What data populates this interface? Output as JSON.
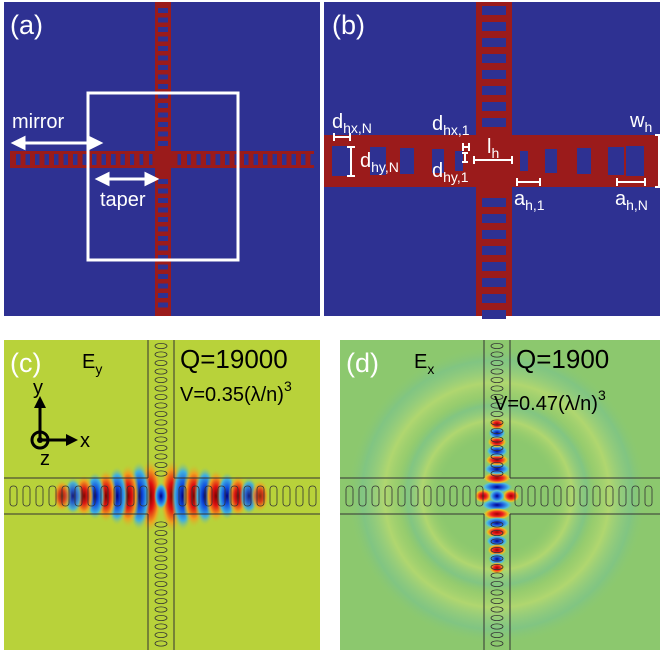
{
  "panels": {
    "a": {
      "label": "(a)",
      "mirror_label": "mirror",
      "taper_label": "taper"
    },
    "b": {
      "label": "(b)",
      "dims": {
        "dhxN": {
          "main": "d",
          "sub": "hx,N"
        },
        "dhyN": {
          "main": "d",
          "sub": "hy,N"
        },
        "dhx1": {
          "main": "d",
          "sub": "hx,1"
        },
        "dhy1": {
          "main": "d",
          "sub": "hy,1"
        },
        "lh": {
          "main": "l",
          "sub": "h"
        },
        "wh": {
          "main": "w",
          "sub": "h"
        },
        "ah1": {
          "main": "a",
          "sub": "h,1"
        },
        "ahN": {
          "main": "a",
          "sub": "h,N"
        }
      }
    },
    "c": {
      "label": "(c)",
      "field_main": "E",
      "field_sub": "y",
      "q_text": "Q=19000",
      "v_text": "V=0.35(λ/n)",
      "v_exp": "3",
      "axes": {
        "x": "x",
        "y": "y",
        "z": "z"
      }
    },
    "d": {
      "label": "(d)",
      "field_main": "E",
      "field_sub": "x",
      "q_text": "Q=1900",
      "v_text": "V=0.47(λ/n)",
      "v_exp": "3"
    }
  },
  "colors": {
    "substrate": "#2e3192",
    "waveguide": "#9b1b1b",
    "hole": "#2e3192",
    "field_bg_c": "#b8d23a",
    "field_bg_d": "#8cc86e",
    "outline": "#ffffff"
  }
}
